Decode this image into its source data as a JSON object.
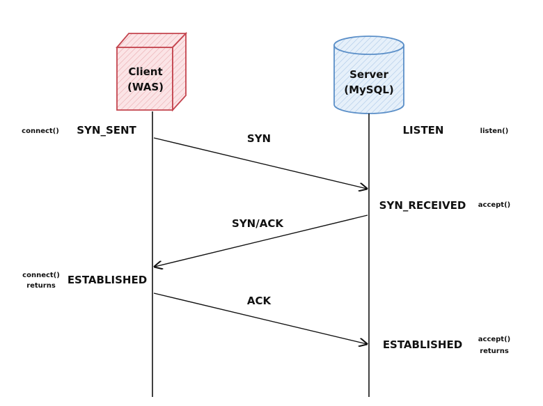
{
  "client": {
    "name": "Client",
    "sub": "(WAS)",
    "fill": "#f8d7da",
    "stroke": "#c4454f"
  },
  "server": {
    "name": "Server",
    "sub": "(MySQL)",
    "fill": "#dceaf7",
    "stroke": "#5b8fc8"
  },
  "client_states": {
    "syn_sent": "SYN_SENT",
    "established": "ESTABLISHED"
  },
  "server_states": {
    "listen": "LISTEN",
    "syn_received": "SYN_RECEIVED",
    "established": "ESTABLISHED"
  },
  "client_calls": {
    "connect": "connect()",
    "connect_returns_1": "connect()",
    "connect_returns_2": "returns"
  },
  "server_calls": {
    "listen": "listen()",
    "accept": "accept()",
    "accept_returns_1": "accept()",
    "accept_returns_2": "returns"
  },
  "messages": {
    "syn": "SYN",
    "syn_ack": "SYN/ACK",
    "ack": "ACK"
  }
}
